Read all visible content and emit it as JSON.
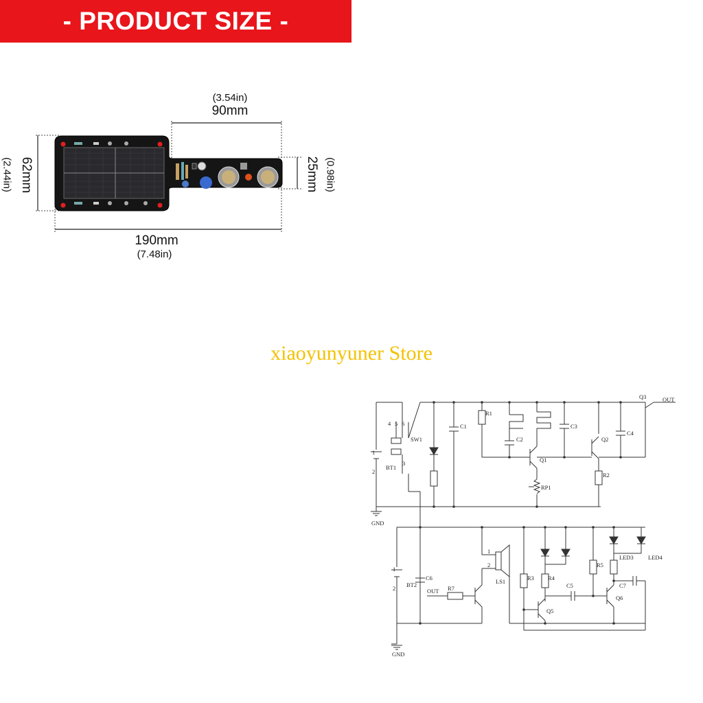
{
  "banner": {
    "title": "- PRODUCT SIZE -",
    "color": "#e8151b"
  },
  "dimensions": {
    "top_in": "(3.54in)",
    "top_mm": "90mm",
    "left_mm": "62mm",
    "left_in": "(2.44in)",
    "right_mm": "25mm",
    "right_in": "(0.98in)",
    "bottom_mm": "190mm",
    "bottom_in": "(7.48in)"
  },
  "store": {
    "name": "xiaoyunyuner Store",
    "color": "#f3c200"
  },
  "schematic": {
    "labels": {
      "q3": "Q3",
      "out_top": "OUT",
      "r1": "R1",
      "c1": "C1",
      "c2": "C2",
      "c3": "C3",
      "c4": "C4",
      "q1": "Q1",
      "q2": "Q2",
      "r2": "R2",
      "rp1": "RP1",
      "sw1": "SW1",
      "bt1": "BT1",
      "gnd_top": "GND",
      "pin4": "4",
      "pin5": "5",
      "pin6": "6",
      "pin3": "3",
      "pin1_bt1": "1",
      "pin2_bt1": "2",
      "c6": "C6",
      "bt2": "BT2",
      "pin1_bt2": "1",
      "pin2_bt2": "2",
      "r7": "R7",
      "out_bot": "OUT",
      "ls1": "LS1",
      "ls_pin1": "1",
      "ls_pin2": "2",
      "r3": "R3",
      "r4": "R4",
      "c5": "C5",
      "q5": "Q5",
      "r5": "R5",
      "led3": "LED3",
      "c7": "C7",
      "led4": "LED4",
      "q6": "Q6",
      "gnd_bot": "GND"
    }
  }
}
